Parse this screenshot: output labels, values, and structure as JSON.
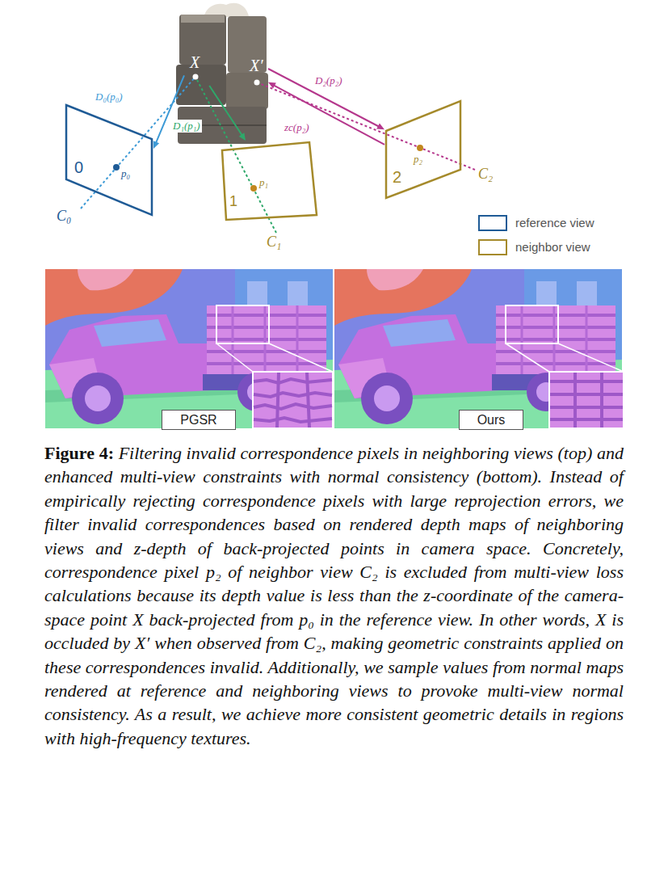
{
  "diagram": {
    "caption": "Figure 4: Filtering invalid correspondence pixels in neighboring views (top) and enhanced multi-view constraints with normal consistency (bottom). Instead of empirically rejecting correspondence pixels with large reprojection errors, we filter invalid correspondences based on rendered depth maps of neighboring views and z-depth of back-projected points in camera space. Concretely, correspondence pixel p₂ of neighbor view C₂ is excluded from multi-view loss calculations because its depth value is less than the z-coordinate of the camera-space point X back-projected from p₀ in the reference view. In other words, X is occluded by X′ when observed from C₂, making geometric constraints applied on these correspondences invalid. Additionally, we sample values from normal maps rendered at reference and neighboring views to provoke multi-view normal consistency. As a result, we achieve more consistent geometric details in regions with high-frequency textures.",
    "nodes": [
      {
        "text": [
          "X",
          "X′"
        ]
      },
      {
        "text": [
          "0",
          "p₀"
        ]
      },
      {
        "text": [
          "1",
          "p₁"
        ]
      },
      {
        "text": [
          "2",
          "p₂"
        ]
      },
      {
        "text": [
          "PGSR"
        ]
      },
      {
        "text": [
          "Ours"
        ]
      }
    ],
    "edges": [
      {
        "from": 0,
        "to": 1,
        "label": "D₀(p₀)",
        "arrow": "to"
      },
      {
        "from": 0,
        "to": 2,
        "label": "D₁(p₁)",
        "arrow": "to"
      },
      {
        "from": 0,
        "to": 3,
        "label": "D₂(p₂)",
        "arrow": "to"
      },
      {
        "from": 3,
        "to": 0,
        "label": "zc(p₂)",
        "arrow": "to"
      }
    ],
    "labels": [
      "C₀",
      "C₁",
      "C₂"
    ],
    "legend": [
      {
        "text": "reference view",
        "color": "#1f5b96"
      },
      {
        "text": "neighbor view",
        "color": "#a58a2b"
      }
    ]
  }
}
